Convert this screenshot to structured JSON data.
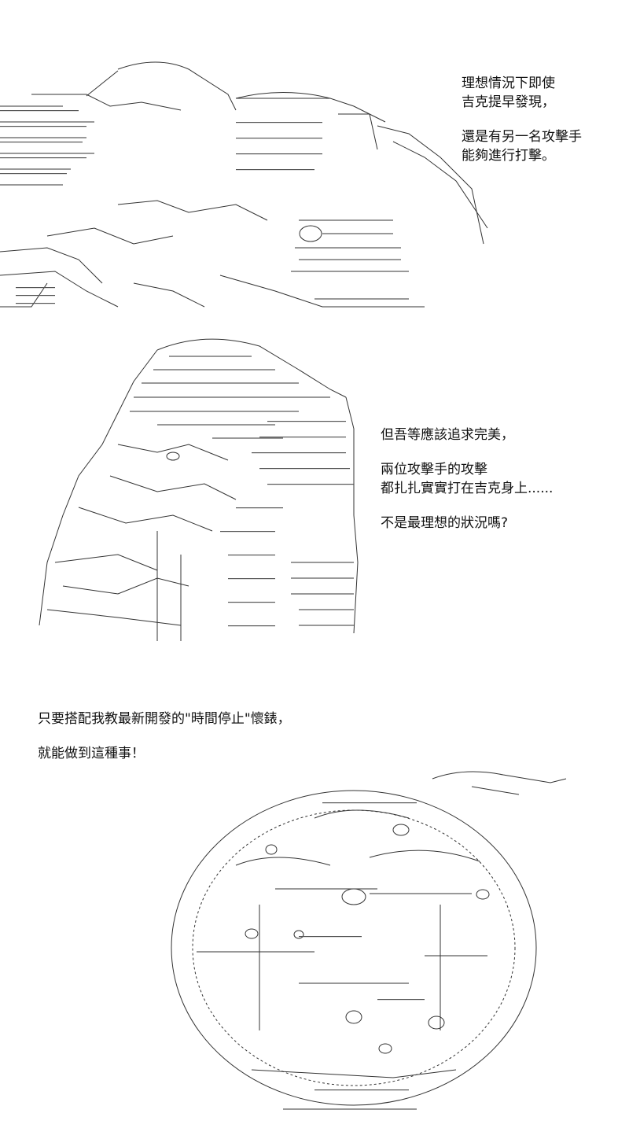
{
  "panel1": {
    "caption": [
      "理想情況下即使",
      "吉克提早發現，",
      "",
      "還是有另一名攻擊手",
      "能夠進行打擊。"
    ]
  },
  "panel2": {
    "caption": [
      "但吾等應該追求完美，",
      "",
      "兩位攻擊手的攻擊",
      "都扎扎實實打在吉克身上......",
      "",
      "不是最理想的狀況嗎?"
    ]
  },
  "panel3": {
    "caption": [
      "只要搭配我教最新開發的\"時間停止\"懷錶，",
      "",
      "就能做到這種事！"
    ]
  }
}
